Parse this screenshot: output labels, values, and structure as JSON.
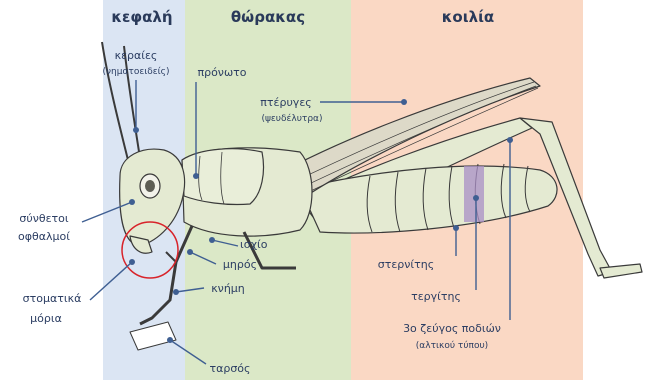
{
  "regions": {
    "head": "κεφαλή",
    "thorax": "θώρακας",
    "abdomen": "κοιλία"
  },
  "labels": {
    "antennae": "κεραίες",
    "antennae_note": "(νηματοειδείς)",
    "pronotum": "πρόνωτο",
    "wings": "πτέρυγες",
    "wings_note": "(ψευδέλυτρα)",
    "compound_eyes_1": "σύνθετοι",
    "compound_eyes_2": "οφθαλμοί",
    "mouthparts_1": "στοματικά",
    "mouthparts_2": "μόρια",
    "coxa": "ισχίο",
    "femur": "μηρός",
    "tibia": "κνήμη",
    "tarsus": "ταρσός",
    "sternite": "στερνίτης",
    "tergite": "τεργίτης",
    "third_legs": "3ο ζεύγος ποδιών",
    "third_legs_note": "(αλτικού τύπου)"
  },
  "colors": {
    "head_bg": "#dbe5f3",
    "thorax_bg": "#dbe8c7",
    "abdomen_bg": "#fad8c4",
    "insect_body": "#e4ead2",
    "outline": "#3a3a3a",
    "pointer": "#3f5f92",
    "mouth_circle": "#d8232a",
    "tergite_highlight": "#a98fc6"
  }
}
